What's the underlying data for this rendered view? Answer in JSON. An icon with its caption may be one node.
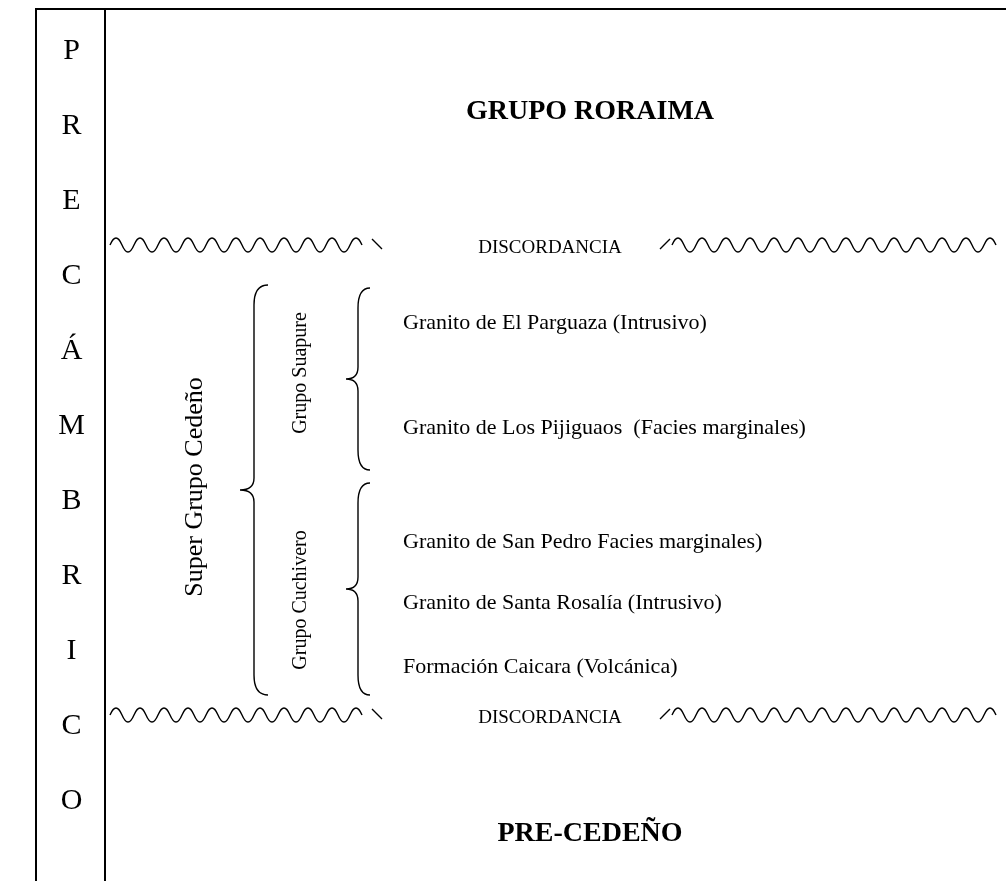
{
  "diagram": {
    "nodes": [
      {
        "text": [
          "PRECÁMBRICO"
        ]
      },
      {
        "text": [
          "GRUPO RORAIMA",
          "DISCORDANCIA",
          "Super Grupo Cedeño",
          "Grupo Suapure",
          "Granito de El Parguaza (Intrusivo)",
          "Granito de Los Pijiguaos  (Facies marginales)",
          "Grupo Cuchivero",
          "Granito de San Pedro Facies marginales)",
          "Granito de Santa Rosalía (Intrusivo)",
          "Formación Caicara (Volcánica)",
          "DISCORDANCIA",
          "PRE-CEDEÑO"
        ]
      }
    ],
    "edges": []
  }
}
